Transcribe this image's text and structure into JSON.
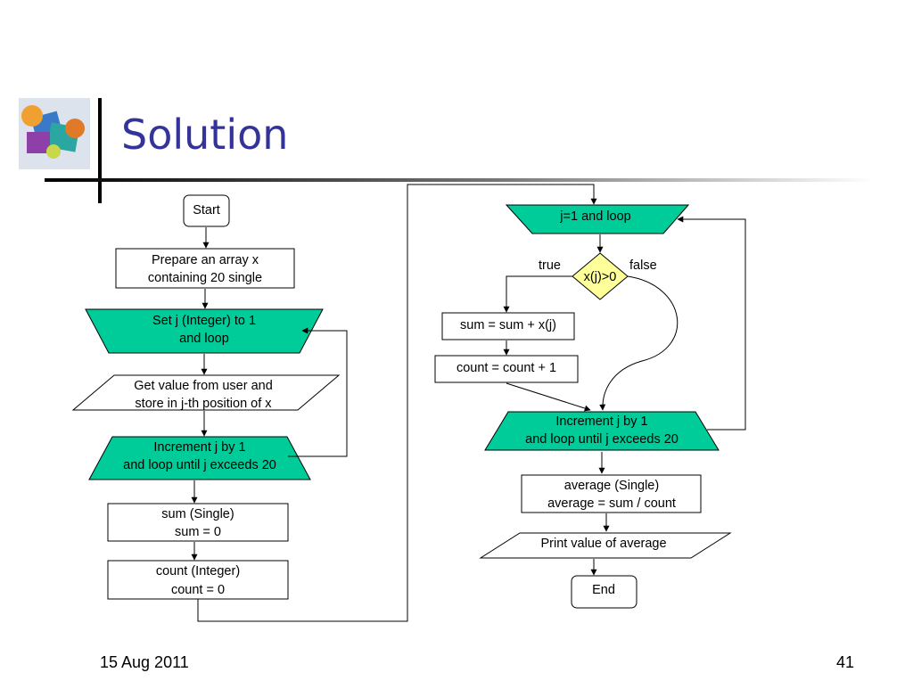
{
  "slide": {
    "title": "Solution",
    "footer_date": "15 Aug 2011",
    "page_number": "41",
    "logo_icon": "colorful-blocks-logo-icon"
  },
  "colors": {
    "title": "#333399",
    "loop_fill": "#00CC99",
    "decision_fill": "#FFFF99",
    "line": "#000000"
  },
  "flowchart": {
    "left": {
      "start": "Start",
      "prepare": [
        "Prepare an array x",
        "containing 20 single"
      ],
      "set_loop": [
        "Set j (Integer) to 1",
        "and loop"
      ],
      "get_value": [
        "Get value from user and",
        "store in j-th position of x"
      ],
      "increment": [
        "Increment j by 1",
        "and loop until j exceeds 20"
      ],
      "sum_decl": [
        "sum (Single)",
        "sum = 0"
      ],
      "count_decl": [
        "count (Integer)",
        "count = 0"
      ]
    },
    "right": {
      "loop_start": "j=1 and loop",
      "decision": "x(j)>0",
      "true_label": "true",
      "false_label": "false",
      "sum_update": "sum =  sum + x(j)",
      "count_update": "count =  count + 1",
      "increment": [
        "Increment j by 1",
        "and loop until j exceeds 20"
      ],
      "average": [
        "average (Single)",
        "average = sum / count"
      ],
      "print": "Print value of average",
      "end": "End"
    }
  }
}
